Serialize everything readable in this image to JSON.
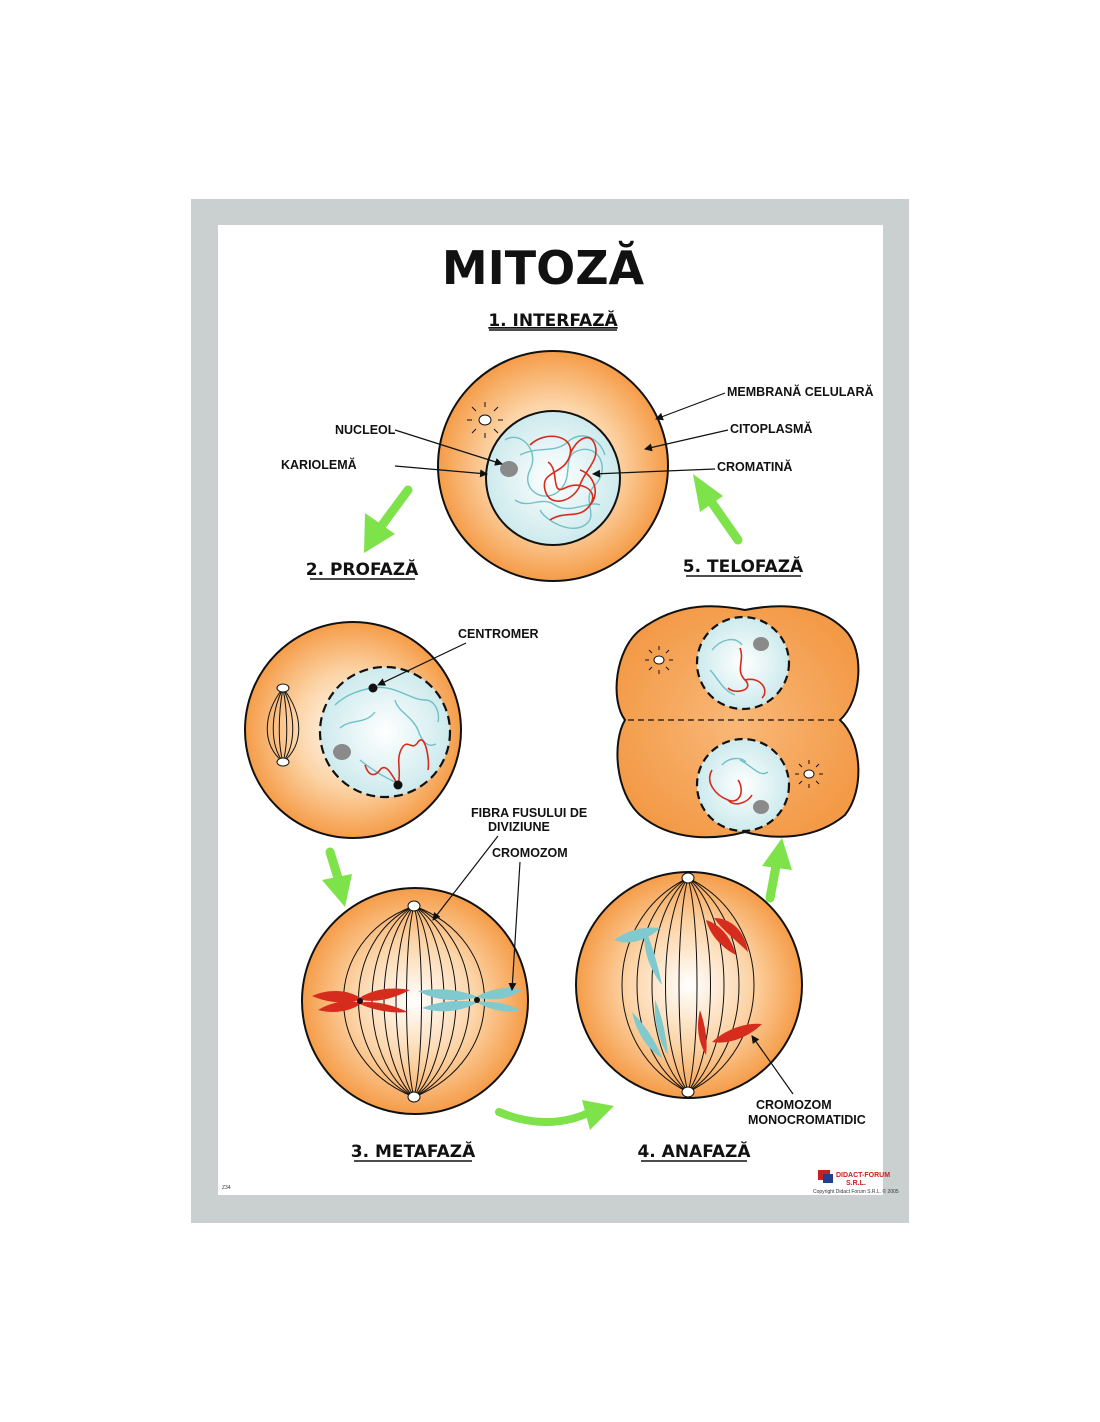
{
  "title": "MITOZĂ",
  "stages": {
    "interphase": "1. INTERFAZĂ",
    "prophase": "2. PROFAZĂ",
    "metaphase": "3. METAFAZĂ",
    "anaphase": "4. ANAFAZĂ",
    "telophase": "5. TELOFAZĂ"
  },
  "labels": {
    "cell_membrane": "MEMBRANĂ CELULARĂ",
    "cytoplasm": "CITOPLASMĂ",
    "chromatin": "CROMATINĂ",
    "nucleolus": "NUCLEOL",
    "karyolemma": "KARIOLEMĂ",
    "centromere": "CENTROMER",
    "spindle_fiber_line1": "FIBRA FUSULUI DE",
    "spindle_fiber_line2": "DIVIZIUNE",
    "chromosome": "CROMOZOM",
    "monochromatid_line1": "CROMOZOM",
    "monochromatid_line2": "MONOCROMATIDIC"
  },
  "footer": {
    "code": "Z34",
    "logo_line1": "DIDACT-FORUM",
    "logo_line2": "S.R.L.",
    "copyright": "Copyright Didact Forum S.R.L. © 2005"
  },
  "colors": {
    "cell_fill": "#f7a556",
    "cell_outline": "#111111",
    "nucleus_fill": "#e8f6f7",
    "chromatin_red": "#d62c1e",
    "chromatin_cyan": "#7fc9cf",
    "arrow_green": "#7ee24a",
    "frame_gray": "#c9d0cf"
  }
}
